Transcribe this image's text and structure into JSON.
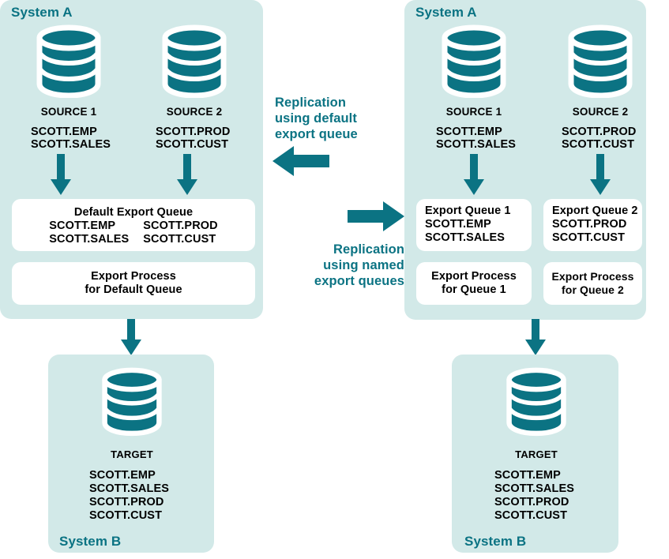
{
  "colors": {
    "panel_bg": "#d2e9e8",
    "teal": "#0b7383",
    "box_bg": "#ffffff",
    "text": "#000000",
    "page_bg": "#ffffff"
  },
  "left_diagram": {
    "system_a_label": "System A",
    "system_b_label": "System B",
    "sources": [
      {
        "title": "SOURCE 1",
        "tables": [
          "SCOTT.EMP",
          "SCOTT.SALES"
        ]
      },
      {
        "title": "SOURCE 2",
        "tables": [
          "SCOTT.PROD",
          "SCOTT.CUST"
        ]
      }
    ],
    "queue_box": {
      "title": "Default Export Queue",
      "col_left": [
        "SCOTT.EMP",
        "SCOTT.SALES"
      ],
      "col_right": [
        "SCOTT.PROD",
        "SCOTT.CUST"
      ]
    },
    "process_box": {
      "line1": "Export Process",
      "line2": "for Default Queue"
    },
    "target": {
      "title": "TARGET",
      "tables": [
        "SCOTT.EMP",
        "SCOTT.SALES",
        "SCOTT.PROD",
        "SCOTT.CUST"
      ]
    }
  },
  "right_diagram": {
    "system_a_label": "System A",
    "system_b_label": "System B",
    "sources": [
      {
        "title": "SOURCE 1",
        "tables": [
          "SCOTT.EMP",
          "SCOTT.SALES"
        ]
      },
      {
        "title": "SOURCE 2",
        "tables": [
          "SCOTT.PROD",
          "SCOTT.CUST"
        ]
      }
    ],
    "queue_boxes": [
      {
        "title": "Export Queue 1",
        "tables": [
          "SCOTT.EMP",
          "SCOTT.SALES"
        ]
      },
      {
        "title": "Export Queue 2",
        "tables": [
          "SCOTT.PROD",
          "SCOTT.CUST"
        ]
      }
    ],
    "process_boxes": [
      {
        "line1": "Export Process",
        "line2": "for Queue 1"
      },
      {
        "line1": "Export Process",
        "line2": "for Queue 2"
      }
    ],
    "target": {
      "title": "TARGET",
      "tables": [
        "SCOTT.EMP",
        "SCOTT.SALES",
        "SCOTT.PROD",
        "SCOTT.CUST"
      ]
    }
  },
  "center": {
    "caption_top": {
      "line1": "Replication",
      "line2": "using default",
      "line3": "export queue"
    },
    "caption_bottom": {
      "line1": "Replication",
      "line2": "using named",
      "line3": "export queues"
    }
  }
}
